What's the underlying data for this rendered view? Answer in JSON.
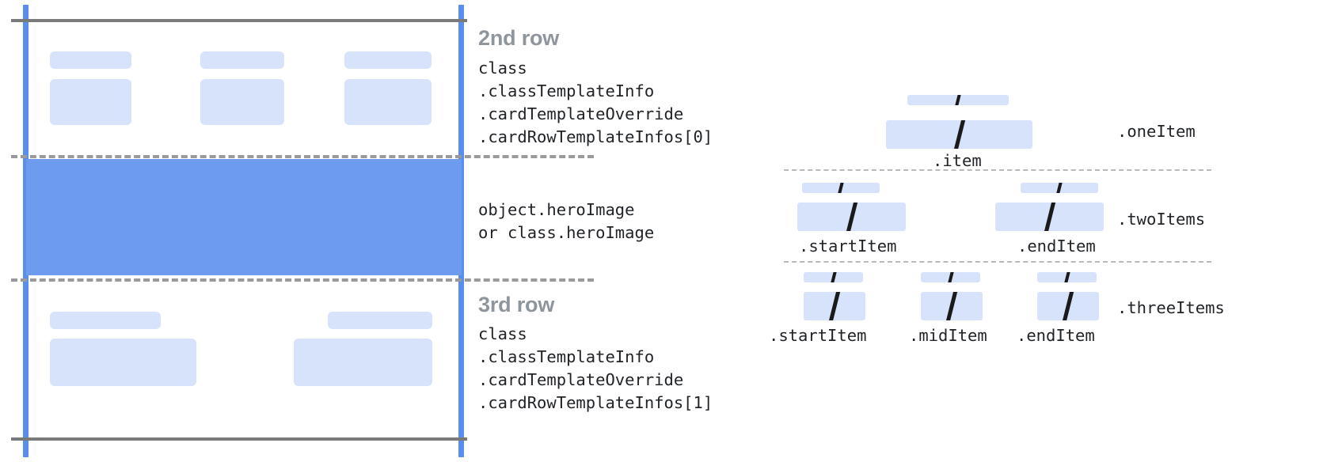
{
  "left_panel": {
    "rows": [
      {
        "title": "2nd row",
        "code": "class\n.classTemplateInfo\n.cardTemplateOverride\n.cardRowTemplateInfos[0]"
      },
      {
        "title": "3rd row",
        "code": "class\n.classTemplateInfo\n.cardTemplateOverride\n.cardRowTemplateInfos[1]"
      }
    ],
    "hero": {
      "code": "object.heroImage\nor class.heroImage"
    }
  },
  "right_panel": {
    "variants": [
      {
        "name": ".oneItem",
        "items": [
          {
            "label": ".item"
          }
        ]
      },
      {
        "name": ".twoItems",
        "items": [
          {
            "label": ".startItem"
          },
          {
            "label": ".endItem"
          }
        ]
      },
      {
        "name": ".threeItems",
        "items": [
          {
            "label": ".startItem"
          },
          {
            "label": ".midItem"
          },
          {
            "label": ".endItem"
          }
        ]
      }
    ]
  },
  "colors": {
    "accent_blue": "#5b8def",
    "hero_blue": "#6d9bee",
    "placeholder_blue": "#d7e2fb",
    "rule_gray": "#7a7a7a",
    "dash_gray": "#9a9a9a",
    "title_gray": "#8e959c",
    "code_ink": "#1f2226"
  }
}
